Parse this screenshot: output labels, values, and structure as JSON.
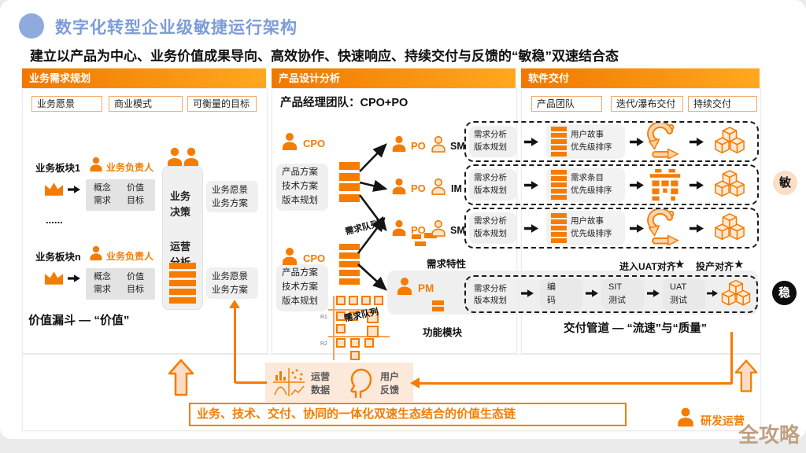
{
  "header": {
    "title": "数字化转型企业级敏捷运行架构",
    "subtitle": "建立以产品为中心、业务价值成果导向、高效协作、快速响应、持续交付与反馈的“敏稳”双速结合态"
  },
  "left": {
    "header": "业务需求规划",
    "boxes": [
      "业务愿景",
      "商业模式",
      "可衡量的目标"
    ],
    "block1": "业务板块1",
    "blockn": "业务板块n",
    "dots": "......",
    "owner": "业务负责人",
    "cells_left": "概念\n需求",
    "cells_right": "价值\n目标",
    "decision": "业务\n决策",
    "operation": "运营\n分析",
    "vision": "业务愿景\n业务方案",
    "caption": "价值漏斗 — “价值”"
  },
  "mid": {
    "header": "产品设计分析",
    "title": "产品经理团队：CPO+PO",
    "cpo": "CPO",
    "cpo_box": "产品方案\n技术方案\n版本规划",
    "queue": "需求队列",
    "po": "PO",
    "partners": [
      "SM",
      "IM",
      "SM"
    ],
    "pm": "PM",
    "feature": "需求特性",
    "module": "功能模块",
    "releases": [
      "R1",
      "R2"
    ]
  },
  "right": {
    "header": "软件交付",
    "boxes": [
      "产品团队",
      "迭代/瀑布交付",
      "持续交付"
    ],
    "plan": "需求分析\n版本规划",
    "rows": [
      {
        "backlog": "用户故事\n优先级排序"
      },
      {
        "backlog": "需求条目\n优先级排序"
      },
      {
        "backlog": "用户故事\n优先级排序"
      }
    ],
    "uat_align": "进入UAT对齐",
    "prod_align": "投产对齐",
    "star": "★",
    "steps": [
      "编\n码",
      "SIT\n测试",
      "UAT\n测试"
    ],
    "caption": "交付管道 — “流速”与“质量”"
  },
  "badges": {
    "agile": "敏",
    "stable": "稳"
  },
  "bottom": {
    "ops": "运营\n数据",
    "feedback": "用户\n反馈",
    "banner": "业务、技术、交付、协同的一体化双速生态结合的价值生态链",
    "devops": "研发运营",
    "watermark": "全攻略"
  }
}
